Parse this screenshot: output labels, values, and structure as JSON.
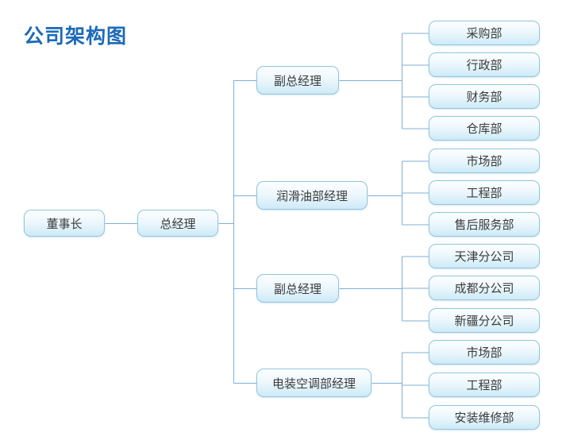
{
  "title": "公司架构图",
  "colors": {
    "title": "#1c6ab8",
    "box_border": "#90c6e0",
    "box_fill_top": "#fdfeff",
    "box_fill_bottom": "#cdeaf7",
    "box_text": "#3b3b3b",
    "line": "#7fafd4"
  },
  "tree": {
    "chairman": {
      "label": "董事长"
    },
    "general_manager": {
      "label": "总经理"
    },
    "branches": [
      {
        "label": "副总经理",
        "children": [
          "采购部",
          "行政部",
          "财务部",
          "仓库部"
        ]
      },
      {
        "label": "润滑油部经理",
        "children": [
          "市场部",
          "工程部",
          "售后服务部"
        ]
      },
      {
        "label": "副总经理",
        "children": [
          "天津分公司",
          "成都分公司",
          "新疆分公司"
        ]
      },
      {
        "label": "电装空调部经理",
        "children": [
          "市场部",
          "工程部",
          "安装维修部"
        ]
      }
    ]
  }
}
